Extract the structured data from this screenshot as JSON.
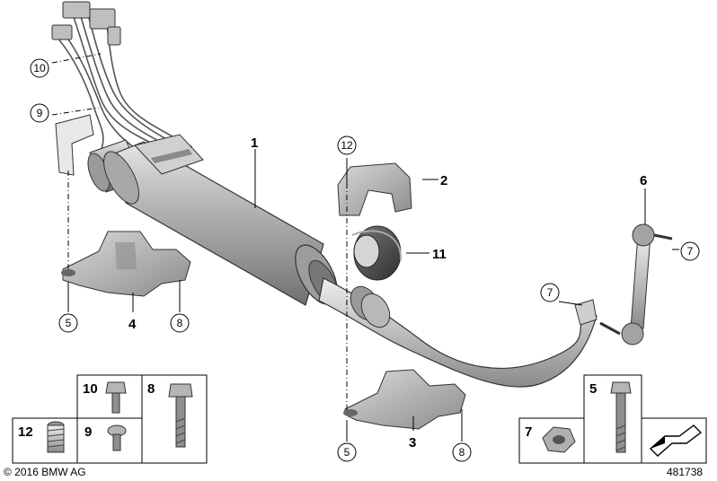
{
  "parts": {
    "p1": "1",
    "p2": "2",
    "p3": "3",
    "p4": "4",
    "p5a": "5",
    "p5b": "5",
    "p6": "6",
    "p7a": "7",
    "p7b": "7",
    "p8a": "8",
    "p8b": "8",
    "p9": "9",
    "p10": "10",
    "p11": "11",
    "p12": "12"
  },
  "fastener_box_left": {
    "c10": "10",
    "c8": "8",
    "c12": "12",
    "c9": "9"
  },
  "fastener_box_right": {
    "c5": "5",
    "c7": "7"
  },
  "footer": {
    "copyright": "© 2016 BMW AG",
    "diagram_number": "481738"
  }
}
